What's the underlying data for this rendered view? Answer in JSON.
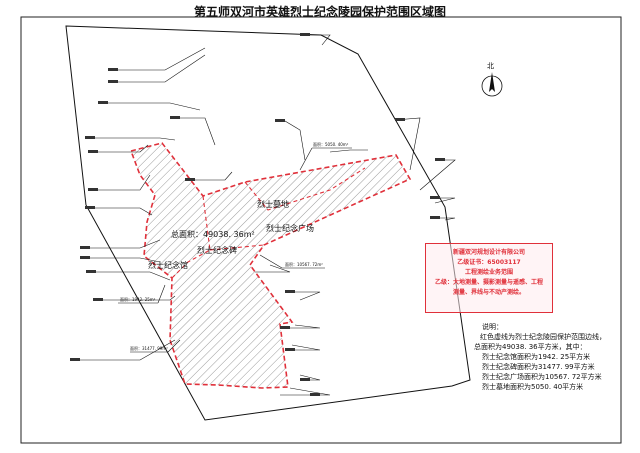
{
  "title": "第五师双河市英雄烈士纪念陵园保护范围区域图",
  "compass": {
    "label": "北"
  },
  "map": {
    "total_area": "总面积：49038. 36m²",
    "zones": {
      "cemetery": "烈士墓地",
      "plaza": "烈士纪念广场",
      "monument": "烈士纪念碑",
      "hall": "烈士纪念馆"
    },
    "area_tags": {
      "tag1": "面积：5050. 40m²",
      "tag2": "面积：10567. 72m²",
      "tag3": "面积：1942. 25m²",
      "tag4": "面积：31477. 99m²"
    }
  },
  "stamp": {
    "line1": "新疆双河规划设计有限公司",
    "line2": "乙级证书：65003117",
    "line3": "工程测绘业务范围",
    "line4": "乙级：大地测量、摄影测量与遥感、工程",
    "line5": "测量、界线与不动产测绘。"
  },
  "notes": {
    "heading": "说明：",
    "line1": "红色虚线为烈士纪念陵园保护范围边线，",
    "line2": "总面积为49038. 36平方米，其中：",
    "line3": "烈士纪念馆面积为1942. 25平方米",
    "line4": "烈士纪念碑面积为31477. 99平方米",
    "line5": "烈士纪念广场面积为10567. 72平方米",
    "line6": "烈士墓地面积为5050. 40平方米"
  },
  "colors": {
    "boundary": "#e0303a",
    "outline": "#111111",
    "hatch": "#555555",
    "stamp": "#e0303a"
  }
}
